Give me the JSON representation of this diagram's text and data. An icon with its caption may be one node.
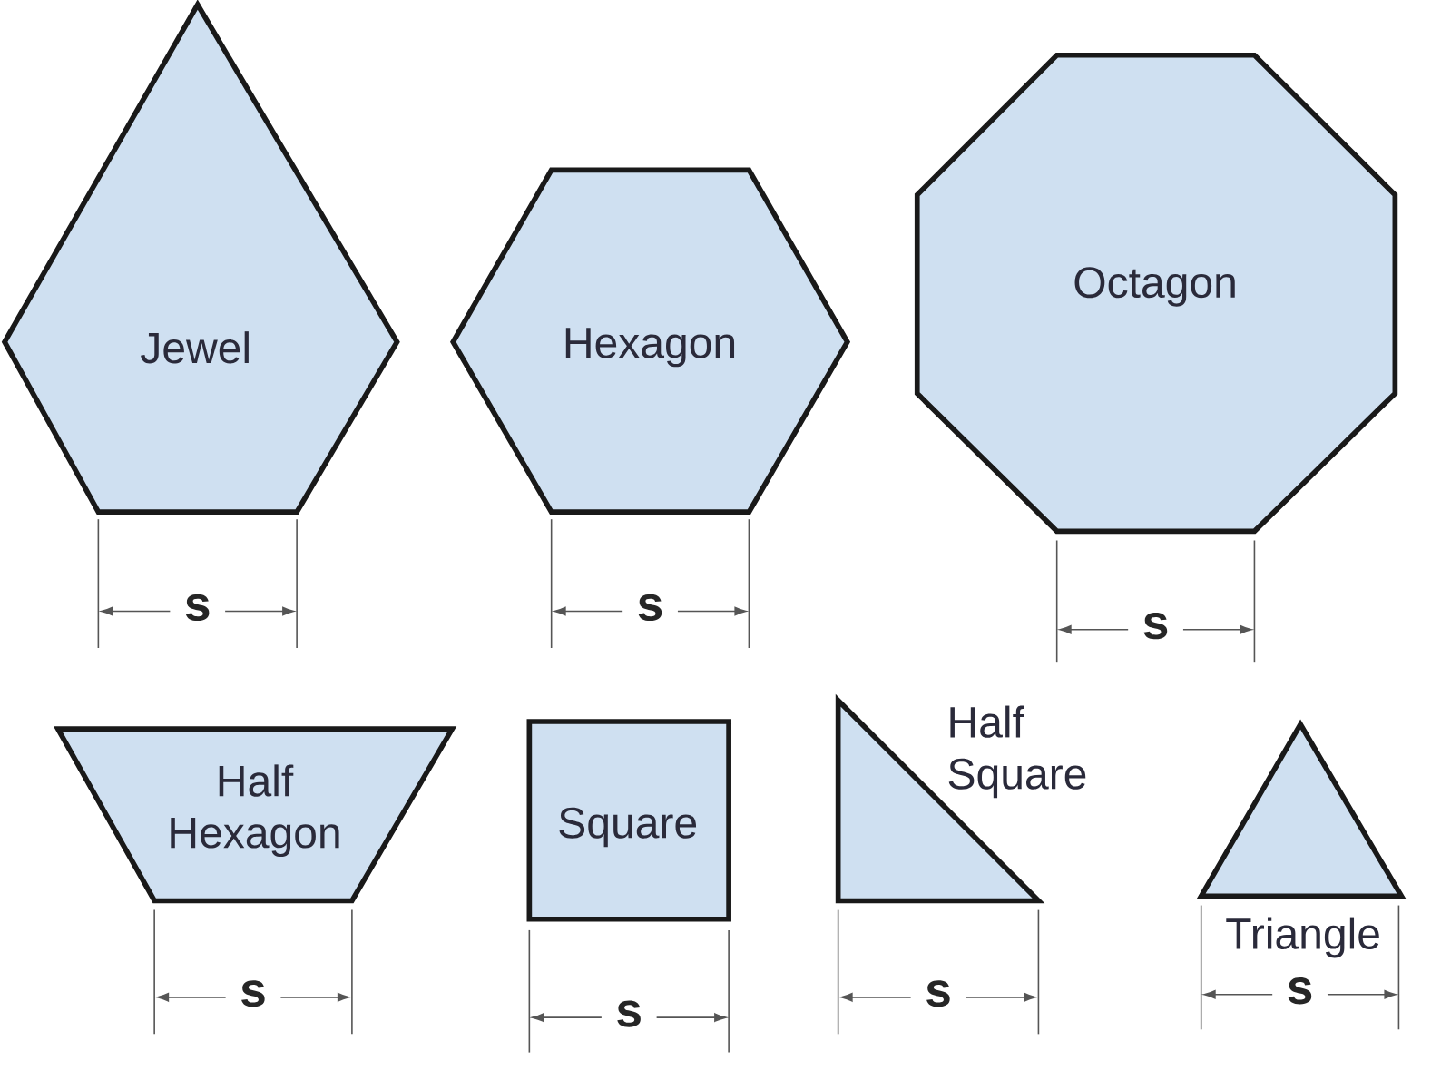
{
  "diagram": {
    "nodes": [
      {
        "text": [
          "Jewel"
        ]
      },
      {
        "text": [
          "Hexagon"
        ]
      },
      {
        "text": [
          "Octagon"
        ]
      },
      {
        "text": [
          "Half Hexagon"
        ]
      },
      {
        "text": [
          "Square"
        ]
      },
      {
        "text": [],
        "shape": "triangle",
        "beside": [
          "Half Square"
        ]
      },
      {
        "text": [],
        "shape": "triangle",
        "beside": [
          "Triangle"
        ]
      }
    ],
    "edges": [],
    "labels": [
      "s",
      "s",
      "s",
      "s",
      "s",
      "s",
      "s"
    ]
  }
}
